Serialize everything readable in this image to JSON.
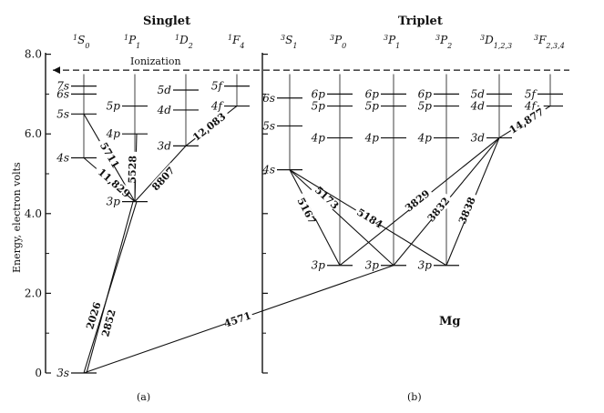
{
  "panel_a": {
    "title": "Singlet",
    "caption": "(a)",
    "columns": [
      {
        "mult": "1",
        "L": "S",
        "J": "0"
      },
      {
        "mult": "1",
        "L": "P",
        "J": "1"
      },
      {
        "mult": "1",
        "L": "D",
        "J": "2"
      },
      {
        "mult": "1",
        "L": "F",
        "J": "4"
      }
    ]
  },
  "panel_b": {
    "title": "Triplet",
    "caption": "(b)",
    "element": "Mg",
    "columns": [
      {
        "mult": "3",
        "L": "S",
        "J": "1"
      },
      {
        "mult": "3",
        "L": "P",
        "J": "0"
      },
      {
        "mult": "3",
        "L": "P",
        "J": "1"
      },
      {
        "mult": "3",
        "L": "P",
        "J": "2"
      },
      {
        "mult": "3",
        "L": "D",
        "J": "1,2,3"
      },
      {
        "mult": "3",
        "L": "F",
        "J": "2,3,4"
      }
    ]
  },
  "y_axis": {
    "label": "Energy, electron volts",
    "ticks": [
      "0",
      "2.0",
      "4.0",
      "6.0",
      "8.0"
    ]
  },
  "ionization_label": "Ionization",
  "ionization_energy": 7.6,
  "levels_a": [
    {
      "col": 0,
      "label": "3s",
      "energy": 0
    },
    {
      "col": 0,
      "label": "4s",
      "energy": 5.4
    },
    {
      "col": 0,
      "label": "5s",
      "energy": 6.5
    },
    {
      "col": 0,
      "label": "6s",
      "energy": 7.0
    },
    {
      "col": 0,
      "label": "7s",
      "energy": 7.2
    },
    {
      "col": 1,
      "label": "3p",
      "energy": 4.3
    },
    {
      "col": 1,
      "label": "4p",
      "energy": 6.0
    },
    {
      "col": 1,
      "label": "5p",
      "energy": 6.7
    },
    {
      "col": 2,
      "label": "3d",
      "energy": 5.7
    },
    {
      "col": 2,
      "label": "4d",
      "energy": 6.6
    },
    {
      "col": 2,
      "label": "5d",
      "energy": 7.1
    },
    {
      "col": 3,
      "label": "4f",
      "energy": 6.7
    },
    {
      "col": 3,
      "label": "5f",
      "energy": 7.2
    }
  ],
  "levels_b": [
    {
      "col": 0,
      "label": "4s",
      "energy": 5.1
    },
    {
      "col": 0,
      "label": "5s",
      "energy": 6.2
    },
    {
      "col": 0,
      "label": "6s",
      "energy": 6.9
    },
    {
      "col": 1,
      "label": "3p",
      "energy": 2.7
    },
    {
      "col": 1,
      "label": "4p",
      "energy": 5.9
    },
    {
      "col": 1,
      "label": "5p",
      "energy": 6.7
    },
    {
      "col": 1,
      "label": "6p",
      "energy": 7.0
    },
    {
      "col": 2,
      "label": "3p",
      "energy": 2.7
    },
    {
      "col": 2,
      "label": "4p",
      "energy": 5.9
    },
    {
      "col": 2,
      "label": "5p",
      "energy": 6.7
    },
    {
      "col": 2,
      "label": "6p",
      "energy": 7.0
    },
    {
      "col": 3,
      "label": "3p",
      "energy": 2.7
    },
    {
      "col": 3,
      "label": "4p",
      "energy": 5.9
    },
    {
      "col": 3,
      "label": "5p",
      "energy": 6.7
    },
    {
      "col": 3,
      "label": "6p",
      "energy": 7.0
    },
    {
      "col": 4,
      "label": "3d",
      "energy": 5.9
    },
    {
      "col": 4,
      "label": "4d",
      "energy": 6.7
    },
    {
      "col": 4,
      "label": "5d",
      "energy": 7.0
    },
    {
      "col": 5,
      "label": "4f",
      "energy": 6.7
    },
    {
      "col": 5,
      "label": "5f",
      "energy": 7.0
    }
  ],
  "wavelengths": {
    "w2026": "2026",
    "w2852": "2852",
    "w5711": "5711",
    "w11829": "11,829",
    "w5528": "5528",
    "w8807": "8807",
    "w12083": "12,083",
    "w4571": "4571",
    "w5173": "5173",
    "w5167": "5167",
    "w5184": "5184",
    "w3829": "3829",
    "w3832": "3832",
    "w3838": "3838",
    "w14877": "14,877"
  }
}
